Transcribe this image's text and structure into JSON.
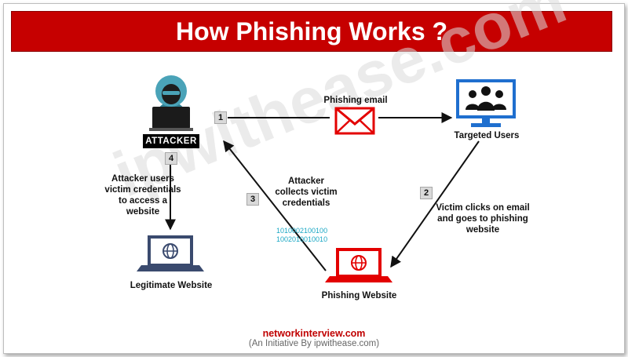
{
  "title": "How Phishing Works ?",
  "watermark": "ipwithease.com",
  "nodes": {
    "attacker": "ATTACKER",
    "targeted_users": "Targeted Users",
    "phishing_website": "Phishing Website",
    "legitimate_website": "Legitimate Website"
  },
  "edges": {
    "phishing_email": "Phishing email",
    "step2_line1": "Victim clicks on email",
    "step2_line2": "and goes to phishing",
    "step2_line3": "website",
    "step3_line1": "Attacker",
    "step3_line2": "collects victim",
    "step3_line3": "credentials",
    "step4_line1": "Attacker users",
    "step4_line2": "victim credentials",
    "step4_line3": "to access a",
    "step4_line4": "website"
  },
  "steps": [
    "1",
    "2",
    "3",
    "4"
  ],
  "binary": [
    "1010002100100",
    "1002010010010"
  ],
  "footer": {
    "site": "networkinterview.com",
    "initiative": "(An Initiative By ipwithease.com)"
  },
  "colors": {
    "banner": "#c60000",
    "phishing_red": "#e30000",
    "users_blue": "#1f6fcf",
    "laptop_blue": "#3a4a6e",
    "hood": "#4aa3b8",
    "footer_site": "#c00000"
  }
}
